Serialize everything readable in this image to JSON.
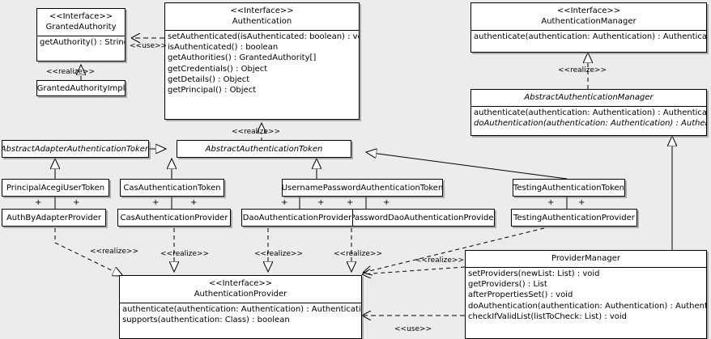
{
  "diagram": {
    "kind": "uml-class-diagram",
    "background_color": "#ececec",
    "box_fill": "#ffffff",
    "line_color": "#000000"
  },
  "classes": {
    "granted_authority": {
      "stereotype": "<<Interface>>",
      "name": "GrantedAuthority",
      "abstract": false,
      "operations": [
        "getAuthority() : String"
      ]
    },
    "granted_authority_impl": {
      "stereotype": "",
      "name": "GrantedAuthorityImpl",
      "abstract": false,
      "operations": []
    },
    "authentication": {
      "stereotype": "<<Interface>>",
      "name": "Authentication",
      "abstract": false,
      "operations": [
        "setAuthenticated(isAuthenticated: boolean) : void",
        "isAuthenticated() : boolean",
        "getAuthorities() : GrantedAuthority[]",
        "getCredentials() : Object",
        "getDetails() : Object",
        "getPrincipal() : Object"
      ]
    },
    "authentication_manager": {
      "stereotype": "<<Interface>>",
      "name": "AuthenticationManager",
      "abstract": false,
      "operations": [
        "authenticate(authentication: Authentication) : Authentication"
      ]
    },
    "abstract_authentication_manager": {
      "stereotype": "",
      "name": "AbstractAuthenticationManager",
      "abstract": true,
      "operations": [
        "authenticate(authentication: Authentication) : Authentication",
        "doAuthentication(authentication: Authentication) : Authentication"
      ],
      "abstract_operations": [
        false,
        true
      ]
    },
    "abstract_adapter_authentication_token": {
      "name": "AbstractAdapterAuthenticationToken",
      "abstract": true
    },
    "abstract_authentication_token": {
      "name": "AbstractAuthenticationToken",
      "abstract": true
    },
    "principal_acegi_user_token": {
      "name": "PrincipalAcegiUserToken",
      "abstract": false
    },
    "cas_authentication_token": {
      "name": "CasAuthenticationToken",
      "abstract": false
    },
    "username_password_authentication_token": {
      "name": "UsernamePasswordAuthenticationToken",
      "abstract": false
    },
    "testing_authentication_token": {
      "name": "TestingAuthenticationToken",
      "abstract": false
    },
    "auth_by_adapter_provider": {
      "name": "AuthByAdapterProvider",
      "abstract": false
    },
    "cas_authentication_provider": {
      "name": "CasAuthenticationProvider",
      "abstract": false
    },
    "dao_authentication_provider": {
      "name": "DaoAuthenticationProvider",
      "abstract": false
    },
    "password_dao_authentication_provider": {
      "name": "PasswordDaoAuthenticationProvider",
      "abstract": false
    },
    "testing_authentication_provider": {
      "name": "TestingAuthenticationProvider",
      "abstract": false
    },
    "authentication_provider": {
      "stereotype": "<<Interface>>",
      "name": "AuthenticationProvider",
      "abstract": false,
      "operations": [
        "authenticate(authentication: Authentication) : Authentication",
        "supports(authentication: Class) : boolean"
      ]
    },
    "provider_manager": {
      "stereotype": "",
      "name": "ProviderManager",
      "abstract": false,
      "operations": [
        "setProviders(newList: List) : void",
        "getProviders() : List",
        "afterPropertiesSet() : void",
        "doAuthentication(authentication: Authentication) : Authentication",
        "checkIfValidList(listToCheck: List) : void"
      ]
    }
  },
  "edge_labels": {
    "use_authentication_granted_authority": "<<use>>",
    "realize_granted_authority_impl": "<<realize>>",
    "realize_abstract_authentication_token": "<<realize>>",
    "realize_abstract_authentication_manager": "<<realize>>",
    "realize_auth_by_adapter": "<<realize>>",
    "realize_cas_provider": "<<realize>>",
    "realize_dao_provider": "<<realize>>",
    "realize_password_dao_provider": "<<realize>>",
    "realize_provider_manager": "<<realize>>",
    "use_provider_manager": "<<use>>"
  },
  "association_markers": {
    "plus": "+"
  }
}
